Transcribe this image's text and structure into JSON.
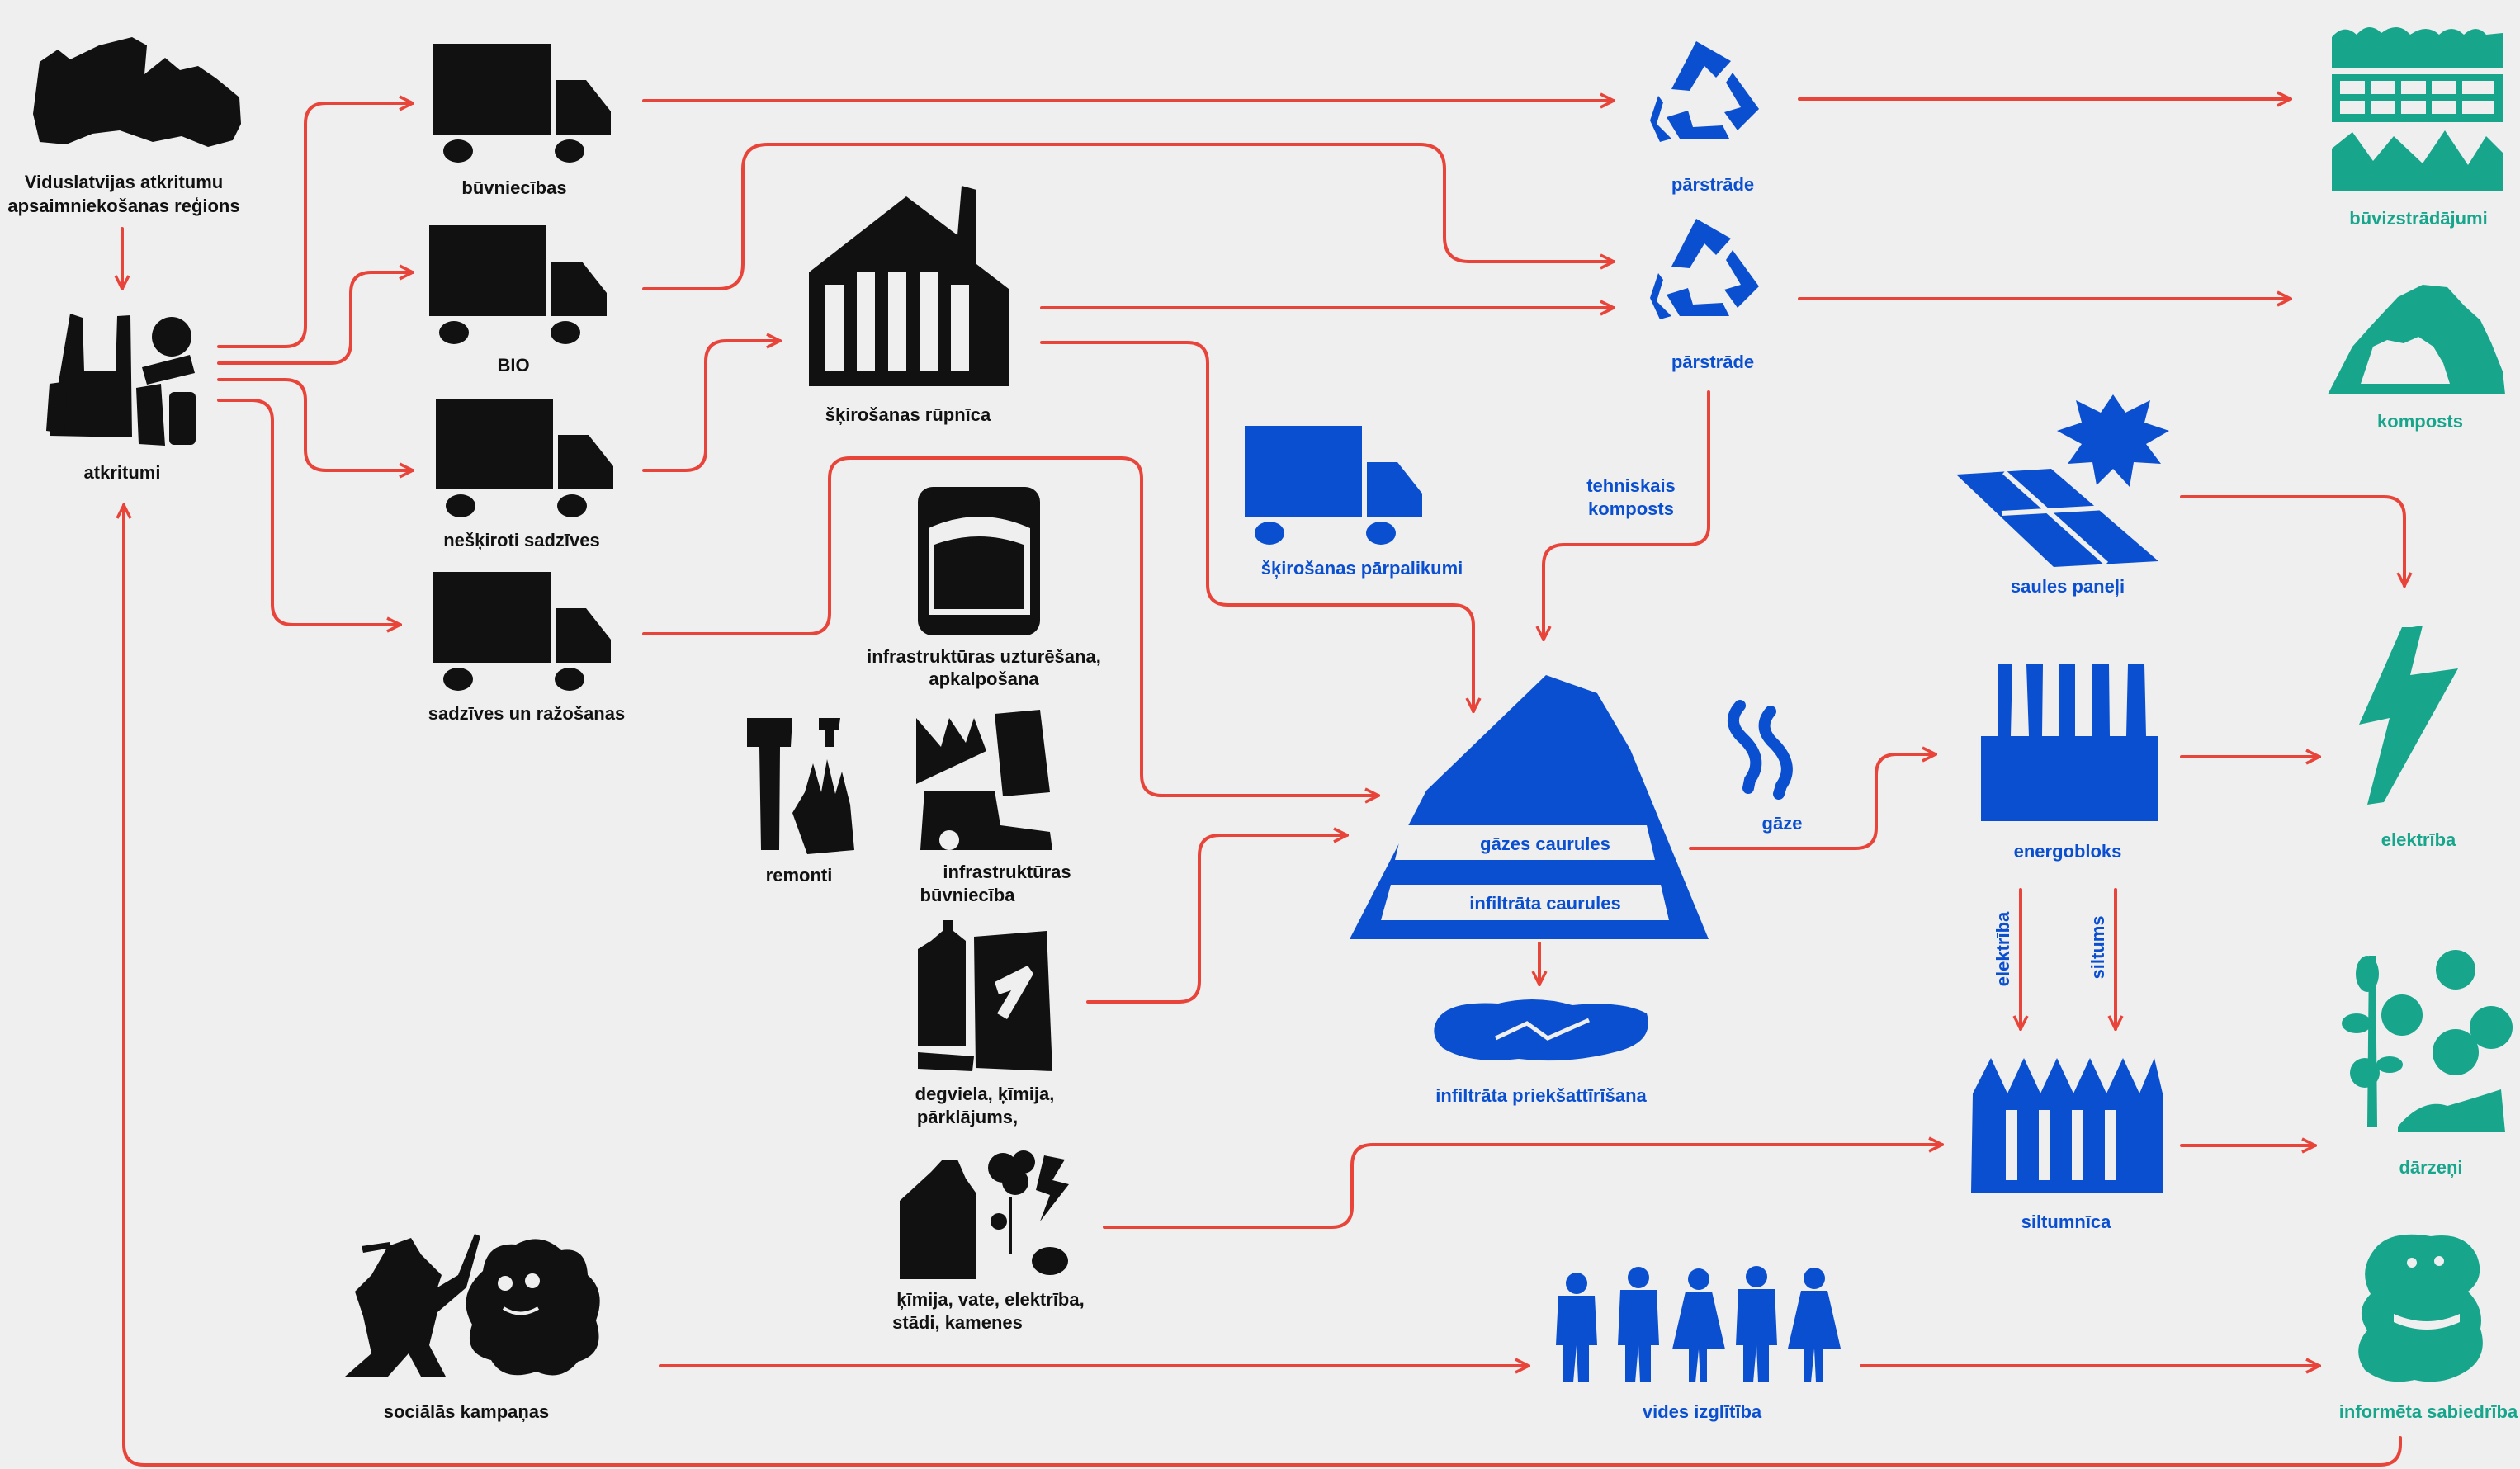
{
  "diagram": {
    "colors": {
      "background": "#efefef",
      "arrow": "#e8443a",
      "source": "#111111",
      "process": "#0a4fd0",
      "product": "#17a58c"
    },
    "labels": {
      "region": [
        "Viduslatvijas atkritumu",
        "apsaimniekošanas reģions"
      ],
      "waste": "atkritumi",
      "construction": "būvniecības",
      "bio": "BIO",
      "unsorted": "nešķiroti sadzīves",
      "household_production": "sadzīves un ražošanas",
      "sorting_plant": "šķirošanas rūpnīca",
      "infra_maintenance": [
        "infrastruktūras uzturēšana,",
        "apkalpošana"
      ],
      "repairs": "remonti",
      "infra_construction": [
        "infrastruktūras",
        "būvniecība"
      ],
      "fuel_chem": [
        "degviela, ķīmija,",
        "pārklājums,"
      ],
      "chem_misc": [
        "ķīmija, vate, elektrība,",
        "stādi, kamenes"
      ],
      "social_campaigns": "sociālās kampaņas",
      "recycling_1": "pārstrāde",
      "recycling_2": "pārstrāde",
      "sorting_residues": "šķirošanas pārpalikumi",
      "technical_compost": [
        "tehniskais",
        "komposts"
      ],
      "gas_pipes": "gāzes caurules",
      "leachate_pipes": "infiltrāta caurules",
      "leachate_pretreatment": "infiltrāta priekšattīrīšana",
      "gas": "gāze",
      "solar_panels": "saules paneļi",
      "energy_block": "energobloks",
      "electricity_edge": "elektrība",
      "heat_edge": "siltums",
      "greenhouse": "siltumnīca",
      "environmental_education": "vides izglītība",
      "building_products": "būvizstrādājumi",
      "compost": "komposts",
      "electricity": "elektrība",
      "vegetables": "dārzeņi",
      "informed_society": "informēta sabiedrība"
    },
    "icons": {
      "region": "latvia-map-icon",
      "waste": "waste-bag-icon",
      "construction": "truck-icon",
      "bio": "truck-icon",
      "unsorted": "truck-icon",
      "household_production": "truck-icon",
      "sorting_plant": "factory-icon",
      "infra_maintenance": "barrel-icon",
      "repairs": "hammer-glove-icon",
      "infra_construction": "excavator-icon",
      "fuel_chem": "canister-icon",
      "chem_misc": "bottle-flower-icon",
      "social_campaigns": "mascot-icon",
      "recycling": "recycle-icon",
      "sorting_residues": "truck-icon",
      "landfill": "landfill-icon",
      "leachate_pretreatment": "puddle-icon",
      "gas": "gas-wave-icon",
      "solar_panels": "solar-panel-icon",
      "energy_block": "power-plant-icon",
      "greenhouse": "greenhouse-icon",
      "environmental_education": "people-icon",
      "building_products": "building-products-icon",
      "compost": "compost-heap-icon",
      "electricity": "lightning-icon",
      "vegetables": "vegetables-icon",
      "informed_society": "society-icon"
    }
  }
}
